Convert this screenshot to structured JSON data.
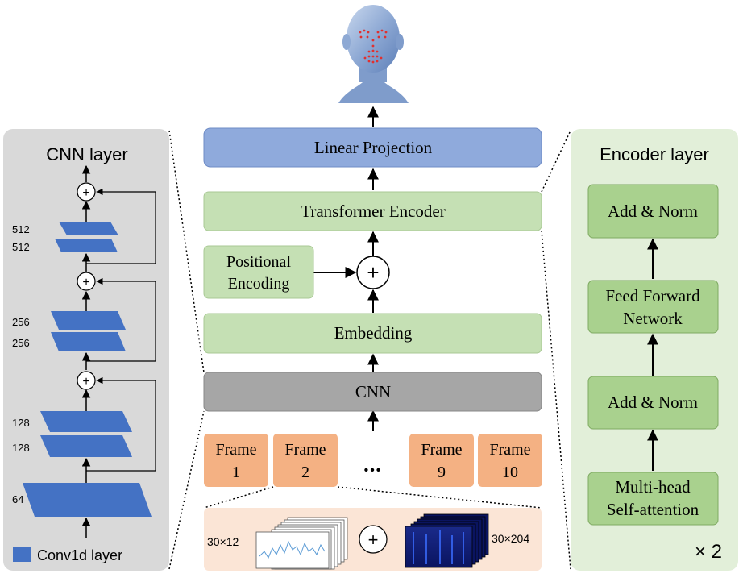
{
  "cnn_panel": {
    "title": "CNN layer",
    "channel_labels": [
      "512",
      "512",
      "256",
      "256",
      "128",
      "128",
      "64"
    ],
    "legend_label": "Conv1d layer"
  },
  "main_flow": {
    "linear_projection": "Linear Projection",
    "transformer_encoder": "Transformer Encoder",
    "positional_encoding": [
      "Positional",
      "Encoding"
    ],
    "plus_symbol": "+",
    "embedding": "Embedding",
    "cnn": "CNN",
    "frames": [
      {
        "line1": "Frame",
        "line2": "1"
      },
      {
        "line1": "Frame",
        "line2": "2"
      },
      {
        "line1": "Frame",
        "line2": "9"
      },
      {
        "line1": "Frame",
        "line2": "10"
      }
    ],
    "ellipsis": "•••",
    "input_left_dim": "30×12",
    "input_right_dim": "30×204",
    "input_plus": "+"
  },
  "encoder_panel": {
    "title": "Encoder layer",
    "add_norm_top": "Add & Norm",
    "feed_forward": [
      "Feed Forward",
      "Network"
    ],
    "add_norm_bottom": "Add & Norm",
    "attention": [
      "Multi-head",
      "Self-attention"
    ],
    "repeat": "× 2"
  },
  "colors": {
    "panel_gray": "#d9d9d9",
    "panel_green": "#e2efd9",
    "box_green": "#c5e0b4",
    "box_green_dark": "#a9d18e",
    "box_blue": "#8faadc",
    "box_cnn": "#a6a6a6",
    "frame_orange": "#f4b183",
    "input_band": "#fbe5d6",
    "conv_blue": "#4472c4",
    "head_blue": "#9cb3d6"
  }
}
